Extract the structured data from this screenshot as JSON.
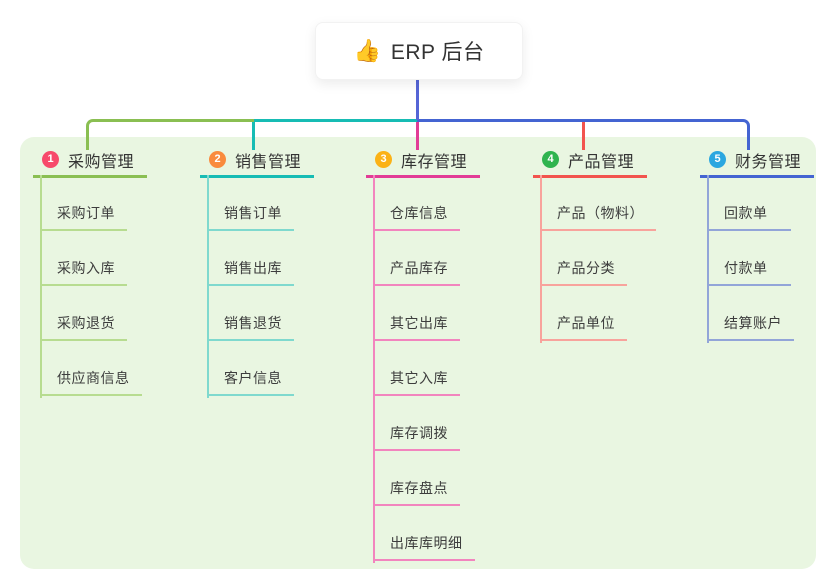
{
  "root": {
    "title": "ERP 后台",
    "icon": "👍",
    "line_color": "#5565D6"
  },
  "panel_color": "#E9F6E1",
  "branches": [
    {
      "index": "1",
      "title": "采购管理",
      "color": "#8ABF52",
      "child_color": "#B7DC90",
      "badge_color": "#F74A6B",
      "children": [
        "采购订单",
        "采购入库",
        "采购退货",
        "供应商信息"
      ]
    },
    {
      "index": "2",
      "title": "销售管理",
      "color": "#17BCB4",
      "child_color": "#7FD9CE",
      "badge_color": "#F98B3D",
      "children": [
        "销售订单",
        "销售出库",
        "销售退货",
        "客户信息"
      ]
    },
    {
      "index": "3",
      "title": "库存管理",
      "color": "#E23C96",
      "child_color": "#F285BE",
      "badge_color": "#FBB216",
      "children": [
        "仓库信息",
        "产品库存",
        "其它出库",
        "其它入库",
        "库存调拨",
        "库存盘点",
        "出库库明细"
      ]
    },
    {
      "index": "4",
      "title": "产品管理",
      "color": "#F2544E",
      "child_color": "#F8A39C",
      "badge_color": "#2FB44F",
      "children": [
        "产品（物料）",
        "产品分类",
        "产品单位"
      ]
    },
    {
      "index": "5",
      "title": "财务管理",
      "color": "#4464D2",
      "child_color": "#92A5D8",
      "badge_color": "#2BA7E0",
      "children": [
        "回款单",
        "付款单",
        "结算账户"
      ]
    }
  ]
}
